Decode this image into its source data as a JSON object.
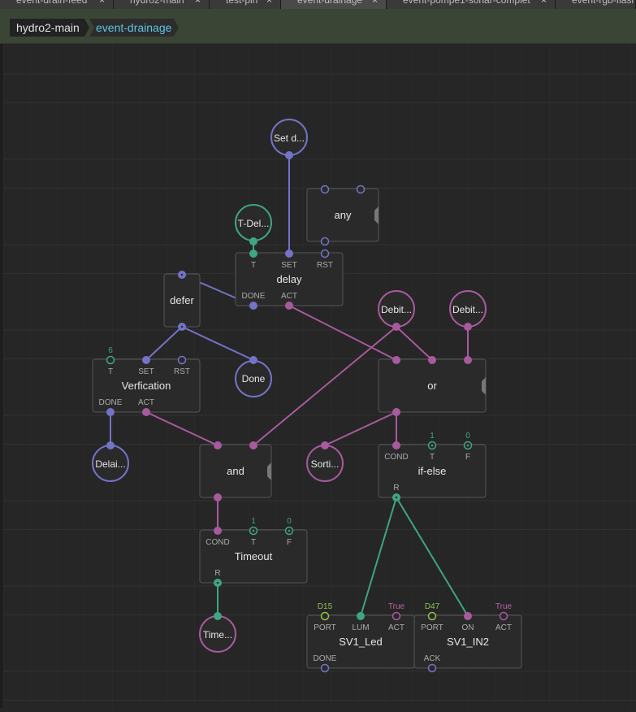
{
  "tabs": [
    {
      "label": "event-drain-feed"
    },
    {
      "label": "hydro2-main"
    },
    {
      "label": "test-pin"
    },
    {
      "label": "event-drainage"
    },
    {
      "label": "event-pompe1-sonar-complet"
    },
    {
      "label": "event-rgb-flash"
    }
  ],
  "tab_close_glyph": "×",
  "breadcrumb": [
    "hydro2-main",
    "event-drainage"
  ],
  "nodes": {
    "set_d": "Set d...",
    "t_del": "T-Del...",
    "any": "any",
    "delay": {
      "title": "delay",
      "in": [
        "T",
        "SET",
        "RST"
      ],
      "out": [
        "DONE",
        "ACT"
      ]
    },
    "defer": "defer",
    "debit1": "Debit...",
    "debit2": "Debit...",
    "verif": {
      "title": "Verfication",
      "in": [
        "T",
        "SET",
        "RST"
      ],
      "out": [
        "DONE",
        "ACT"
      ],
      "t_value": "6"
    },
    "done": "Done",
    "or": "or",
    "delai": "Delai...",
    "and": "and",
    "sorti": "Sorti...",
    "ifelse": {
      "title": "if-else",
      "in": [
        "COND",
        "T",
        "F"
      ],
      "out": [
        "R"
      ],
      "t_value": "1",
      "f_value": "0"
    },
    "timeout": {
      "title": "Timeout",
      "in": [
        "COND",
        "T",
        "F"
      ],
      "out": [
        "R"
      ],
      "t_value": "1",
      "f_value": "0"
    },
    "time": "Time...",
    "sv1_led": {
      "title": "SV1_Led",
      "in": [
        "PORT",
        "LUM",
        "ACT"
      ],
      "out": [
        "DONE"
      ],
      "port_value": "D15",
      "act_value": "True"
    },
    "sv1_in2": {
      "title": "SV1_IN2",
      "in": [
        "PORT",
        "ON",
        "ACT"
      ],
      "out": [
        "ACK"
      ],
      "port_value": "D47",
      "act_value": "True"
    }
  },
  "colors": {
    "pulse": "#7373c8",
    "boolean": "#a85a9e",
    "number": "#3ea680",
    "node_bg": "#2a2a2a",
    "canvas_bg": "#262626",
    "breadcrumb_bar": "#3b4536",
    "active_crumb_text": "#5fc3e4",
    "value_green": "#8bc34a",
    "value_pink": "#c064a8"
  }
}
